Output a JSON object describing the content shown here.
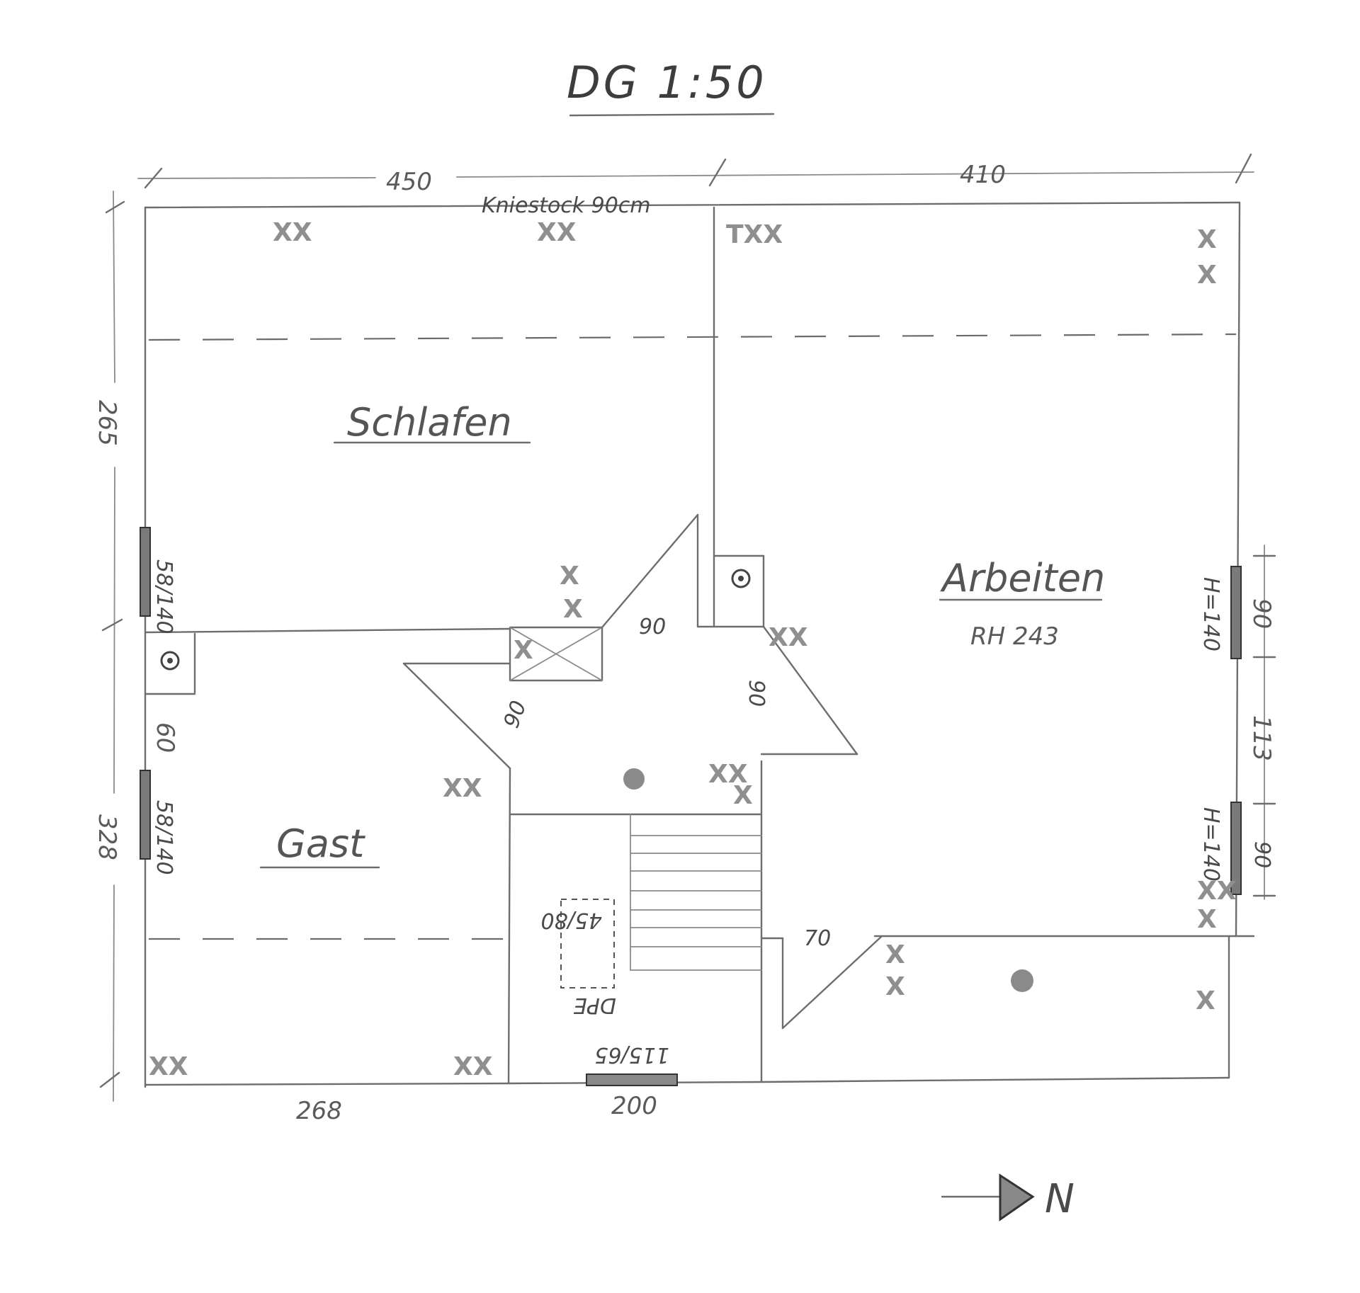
{
  "title": "DG 1:50",
  "dimensions": {
    "top_left": "450",
    "top_right": "410",
    "left_upper": "265",
    "left_lower": "328",
    "bottom_left": "268",
    "bottom_mid": "200",
    "right_window": "90",
    "right_mid": "113",
    "right_window_lower": "90",
    "wall_60": "60"
  },
  "notes": {
    "kniestock": "Kniestock 90cm",
    "room_height": "RH 243",
    "dpe": "DPE",
    "dpe_size": "45/80",
    "window_bottom": "115/65",
    "window_left_upper": "58/140",
    "window_left_lower": "58/140",
    "window_right_upper": "H=140",
    "window_right_lower": "H=140"
  },
  "rooms": {
    "schlafen": "Schlafen",
    "arbeiten": "Arbeiten",
    "gast": "Gast"
  },
  "door_widths": {
    "d1": "90",
    "d2": "90",
    "d3": "90",
    "d4": "70"
  },
  "markers": {
    "outlet": "XX",
    "single": "X",
    "phone_outlet": "TXX"
  },
  "compass": {
    "label": "N"
  },
  "colors": {
    "ink": "#6d6d6d",
    "paper": "#ffffff",
    "window_fill": "#7a7a7a"
  }
}
